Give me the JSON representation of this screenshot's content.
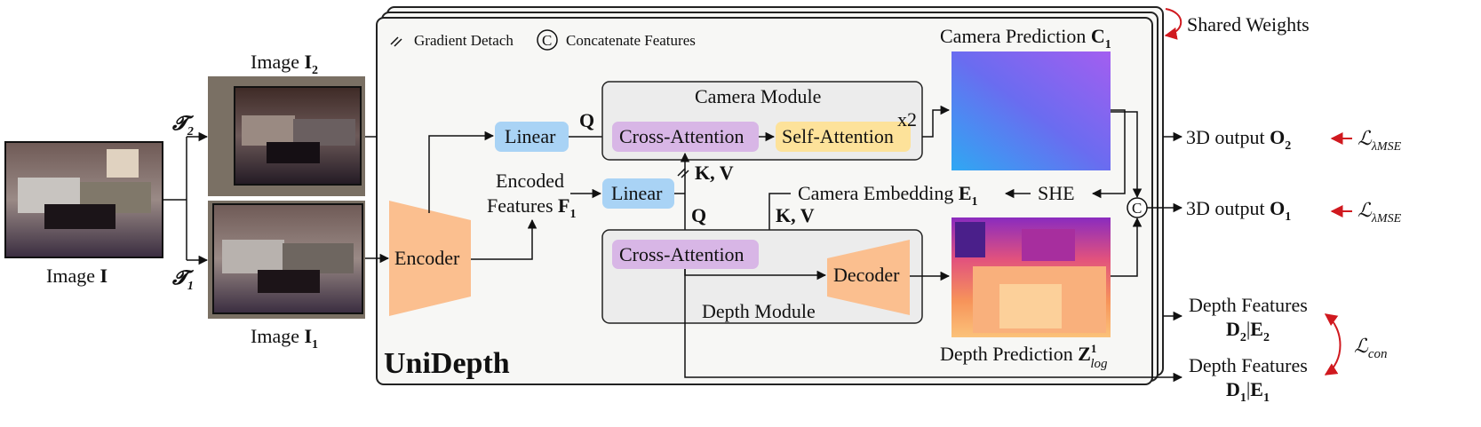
{
  "title": "UniDepth",
  "legend": {
    "gradient_detach": "Gradient Detach",
    "concat_symbol": "C",
    "concatenate": "Concatenate Features"
  },
  "shared_weights": "Shared Weights",
  "input": {
    "image_label": "Image ",
    "image_symbol": "I"
  },
  "augment": [
    {
      "op": "𝓣",
      "sub": "2",
      "image_label": "Image ",
      "image_symbol": "I",
      "image_sub": "2"
    },
    {
      "op": "𝓣",
      "sub": "1",
      "image_label": "Image ",
      "image_symbol": "I",
      "image_sub": "1"
    }
  ],
  "blocks": {
    "encoder": "Encoder",
    "encoded_features_line1": "Encoded",
    "encoded_features_line2": "Features ",
    "encoded_symbol": "F",
    "encoded_sub": "1",
    "linear_top": "Linear",
    "linear_mid": "Linear",
    "camera_module": "Camera Module",
    "cross_attention_cam": "Cross-Attention",
    "self_attention": "Self-Attention",
    "repeat": "x2",
    "depth_module": "Depth Module",
    "cross_attention_depth": "Cross-Attention",
    "decoder": "Decoder",
    "she": "SHE",
    "camera_embedding": "Camera Embedding ",
    "camera_embedding_symbol": "E",
    "camera_embedding_sub": "1",
    "q": "Q",
    "kv": "K, V"
  },
  "predictions": {
    "camera": "Camera Prediction ",
    "camera_symbol": "C",
    "camera_sub": "1",
    "depth": "Depth Prediction ",
    "depth_symbol": "Z",
    "depth_sup": "1",
    "depth_sub": "log"
  },
  "outputs": [
    {
      "text": "3D output ",
      "symbol": "O",
      "sub": "2",
      "loss": "ℒ",
      "loss_sub": "λMSE"
    },
    {
      "text": "3D output ",
      "symbol": "O",
      "sub": "1",
      "loss": "ℒ",
      "loss_sub": "λMSE"
    }
  ],
  "depth_features": [
    {
      "text": "Depth Features",
      "d": "D",
      "d_sub": "2",
      "sep": "|",
      "e": "E",
      "e_sub": "2"
    },
    {
      "text": "Depth Features",
      "d": "D",
      "d_sub": "1",
      "sep": "|",
      "e": "E",
      "e_sub": "1"
    }
  ],
  "consistency_loss": {
    "symbol": "ℒ",
    "sub": "con"
  },
  "colors": {
    "encoder": "#fbbf8f",
    "linear": "#a9d3f5",
    "cross_attention": "#d8b6e6",
    "self_attention": "#fde29a",
    "module_bg": "#ececec",
    "panel_bg": "#f7f7f5",
    "red_arrow": "#d0191f"
  }
}
